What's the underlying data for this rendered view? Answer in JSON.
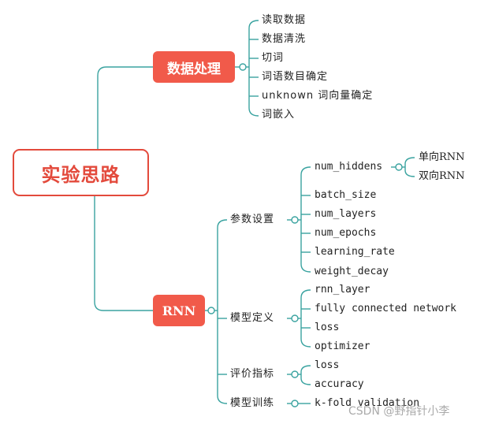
{
  "root": {
    "label": "实验思路"
  },
  "branch_data": {
    "label": "数据处理",
    "items": [
      "读取数据",
      "数据清洗",
      "切词",
      "词语数目确定",
      "unknown 词向量确定",
      "词嵌入"
    ]
  },
  "branch_rnn": {
    "label": "RNN",
    "groups": [
      {
        "label": "参数设置",
        "items": [
          "num_hiddens",
          "batch_size",
          "num_layers",
          "num_epochs",
          "learning_rate",
          "weight_decay"
        ]
      },
      {
        "label": "模型定义",
        "items": [
          "rnn_layer",
          "fully connected network",
          "loss",
          "optimizer"
        ]
      },
      {
        "label": "评价指标",
        "items": [
          "loss",
          "accuracy"
        ]
      },
      {
        "label": "模型训练",
        "items": [
          "k-fold validation"
        ]
      }
    ],
    "num_hiddens_children": [
      "单向RNN",
      "双向RNN"
    ]
  },
  "watermark": "CSDN @野指针小李",
  "colors": {
    "line": "#3aa3a0",
    "node_fill": "#f15a4a",
    "root_border": "#e34a3c"
  }
}
